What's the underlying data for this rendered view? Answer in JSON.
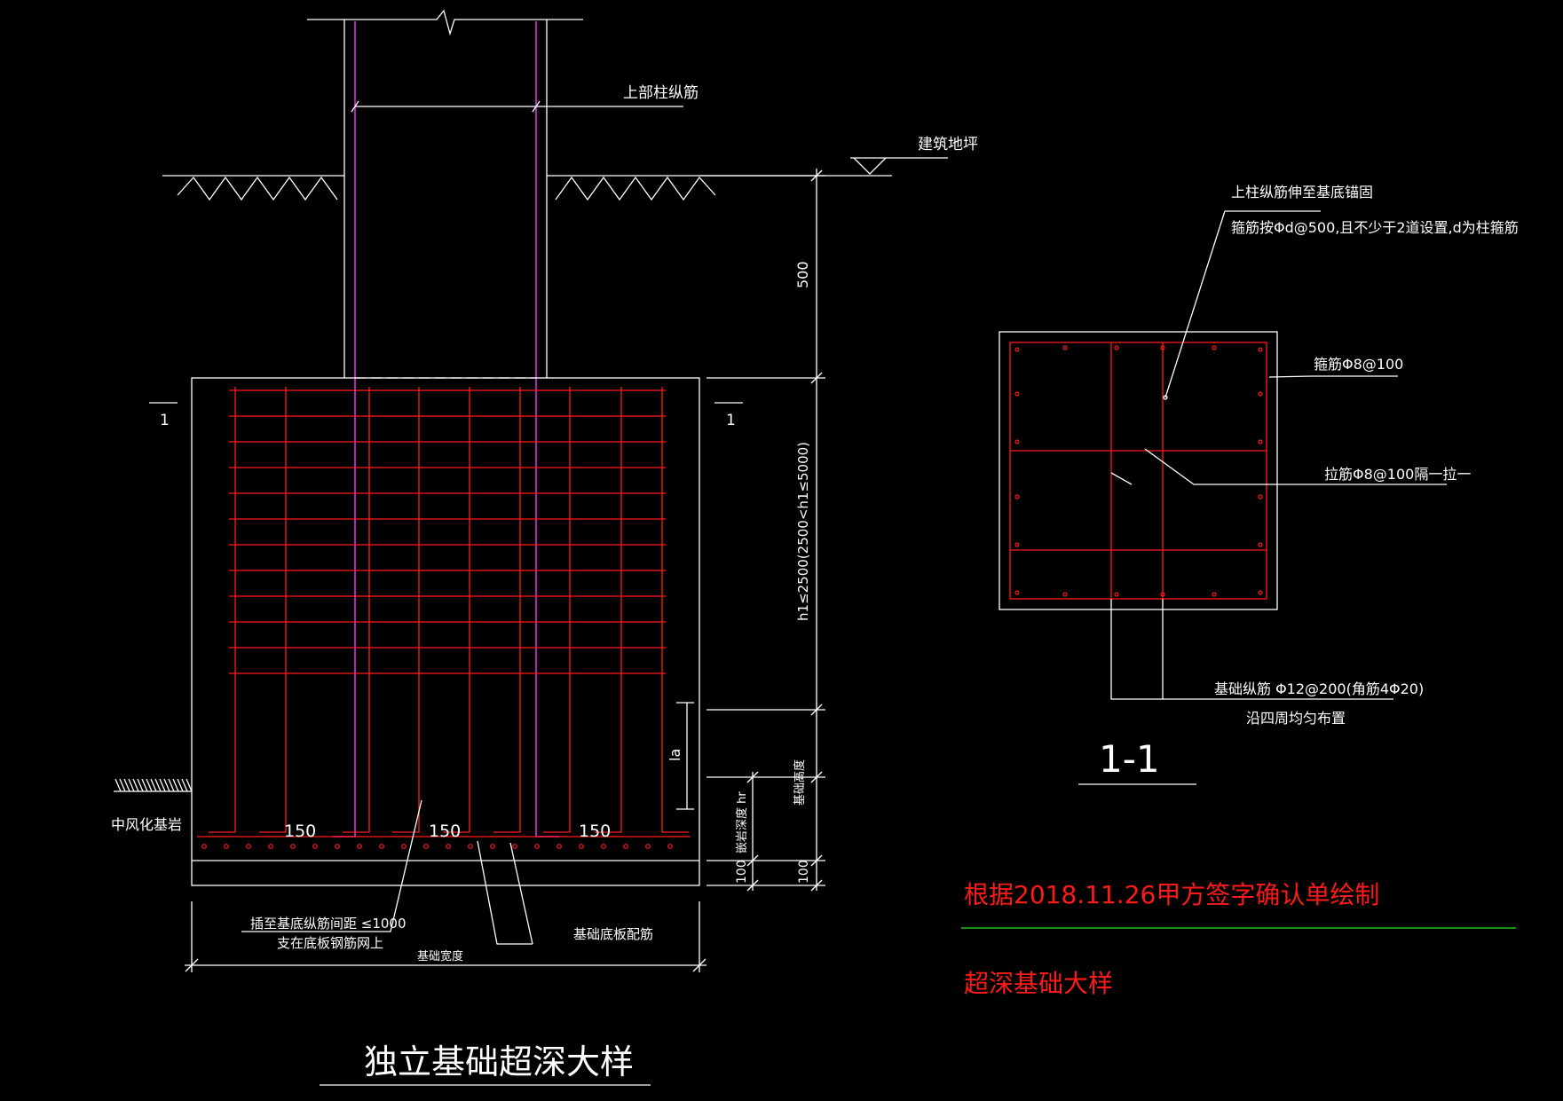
{
  "colors": {
    "background": "#000000",
    "line": "#ffffff",
    "rebar": "#ff1a1a",
    "column_rebar": "#ff33ff",
    "separator": "#22bb22",
    "note_text": "#ff1a1a"
  },
  "labels": {
    "upper_column_rebar": "上部柱纵筋",
    "building_floor": "建筑地坪",
    "section_mark": "1",
    "dim_500": "500",
    "dim_h1": "h1≤2500(2500<h1≤5000)",
    "dim_la": "la",
    "dim_base_height": "基础高度",
    "dim_hr": "嵌岩深度 hr",
    "dim_100a": "100",
    "dim_100b": "100",
    "rock": "中风化基岩",
    "spacing_150": "150",
    "insert_note_1": "插至基底纵筋间距 ≤1000",
    "insert_note_2": "支在底板钢筋网上",
    "base_bottom_rebar": "基础底板配筋",
    "base_width": "基础宽度",
    "main_title": "独立基础超深大样"
  },
  "section": {
    "note_1": "上柱纵筋伸至基底锚固",
    "note_2": "箍筋按Φd@500,且不少于2道设置,d为柱箍筋",
    "stirrup": "箍筋Φ8@100",
    "tie": "拉筋Φ8@100隔一拉一",
    "long_rebar": "基础纵筋 Φ12@200(角筋4Φ20)",
    "long_rebar_2": "沿四周均匀布置",
    "title": "1-1"
  },
  "notes": {
    "basis": "根据2018.11.26甲方签字确认单绘制",
    "subtitle": "超深基础大样"
  }
}
